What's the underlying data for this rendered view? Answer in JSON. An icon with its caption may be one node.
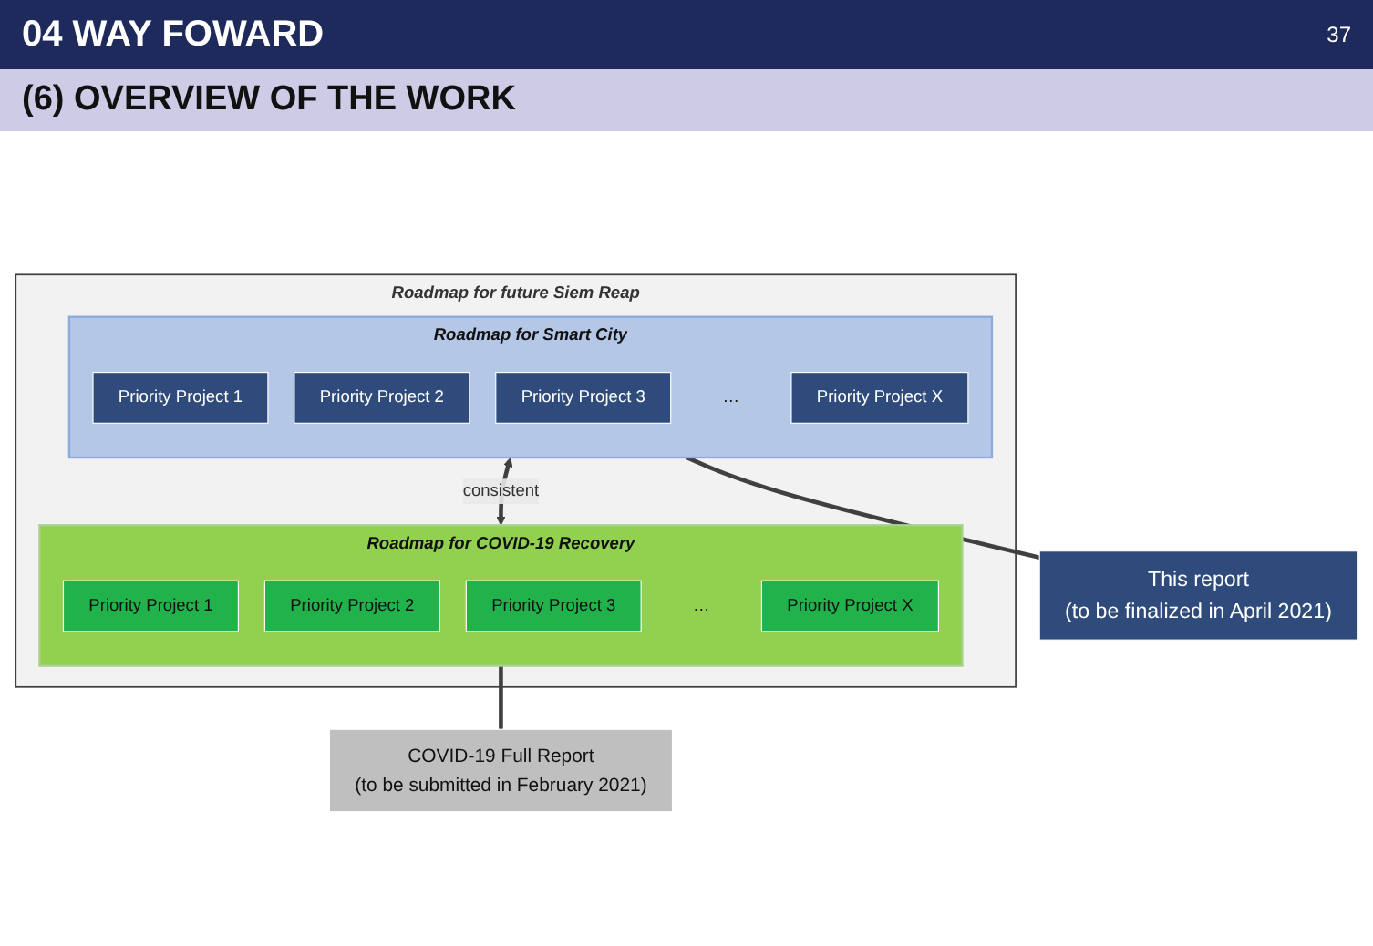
{
  "diagram": {
    "title": "04 WAY FOWARD",
    "nodes": [
      {
        "text": [
          "Roadmap for future Siem Reap"
        ]
      },
      {
        "text": [
          "Roadmap for Smart City"
        ],
        "in": 0
      },
      {
        "text": [
          "Priority Project 1"
        ],
        "in": 1
      },
      {
        "text": [
          "Priority Project 2"
        ],
        "in": 1
      },
      {
        "text": [
          "Priority Project 3"
        ],
        "in": 1
      },
      {
        "text": [
          "…"
        ],
        "in": 1
      },
      {
        "text": [
          "Priority Project X"
        ],
        "in": 1
      },
      {
        "text": [
          "Roadmap for COVID-19 Recovery"
        ],
        "in": 0
      },
      {
        "text": [
          "Priority Project 1"
        ],
        "in": 7
      },
      {
        "text": [
          "Priority Project 2"
        ],
        "in": 7
      },
      {
        "text": [
          "Priority Project 3"
        ],
        "in": 7
      },
      {
        "text": [
          "…"
        ],
        "in": 7
      },
      {
        "text": [
          "Priority Project X"
        ],
        "in": 7
      },
      {
        "text": [
          "This report",
          "(to be finalized in April 2021)"
        ]
      },
      {
        "text": [
          "COVID-19 Full Report",
          "(to be submitted in February 2021)"
        ]
      }
    ],
    "edges": [
      {
        "from": 1,
        "to": 7,
        "arrow": "both",
        "label": "consistent"
      },
      {
        "from": 1,
        "to": 13,
        "arrow": "none"
      },
      {
        "from": 7,
        "to": 14,
        "arrow": "none"
      }
    ],
    "labels": [
      "37",
      "(6) OVERVIEW OF THE WORK"
    ]
  }
}
